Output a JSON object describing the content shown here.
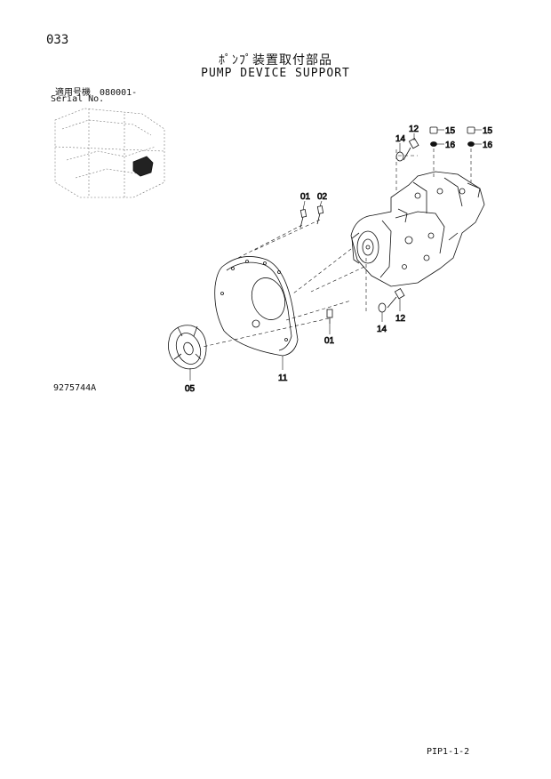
{
  "page_number": "033",
  "title_jp": "ﾎﾟﾝﾌﾟ装置取付部品",
  "title_en": "PUMP DEVICE SUPPORT",
  "serial_label_jp": "適用号機",
  "serial_value": "080001-",
  "serial_label_en": "Serial No.",
  "drawing_number": "9275744A",
  "page_code": "PIP1-1-2",
  "callouts": {
    "c01_top": "01",
    "c02_top": "02",
    "c01_bottom": "01",
    "c05": "05",
    "c11": "11",
    "c12_top": "12",
    "c12_bottom": "12",
    "c14_top": "14",
    "c14_bottom": "14",
    "c15_left": "15",
    "c15_right": "15",
    "c16_left": "16",
    "c16_right": "16"
  }
}
